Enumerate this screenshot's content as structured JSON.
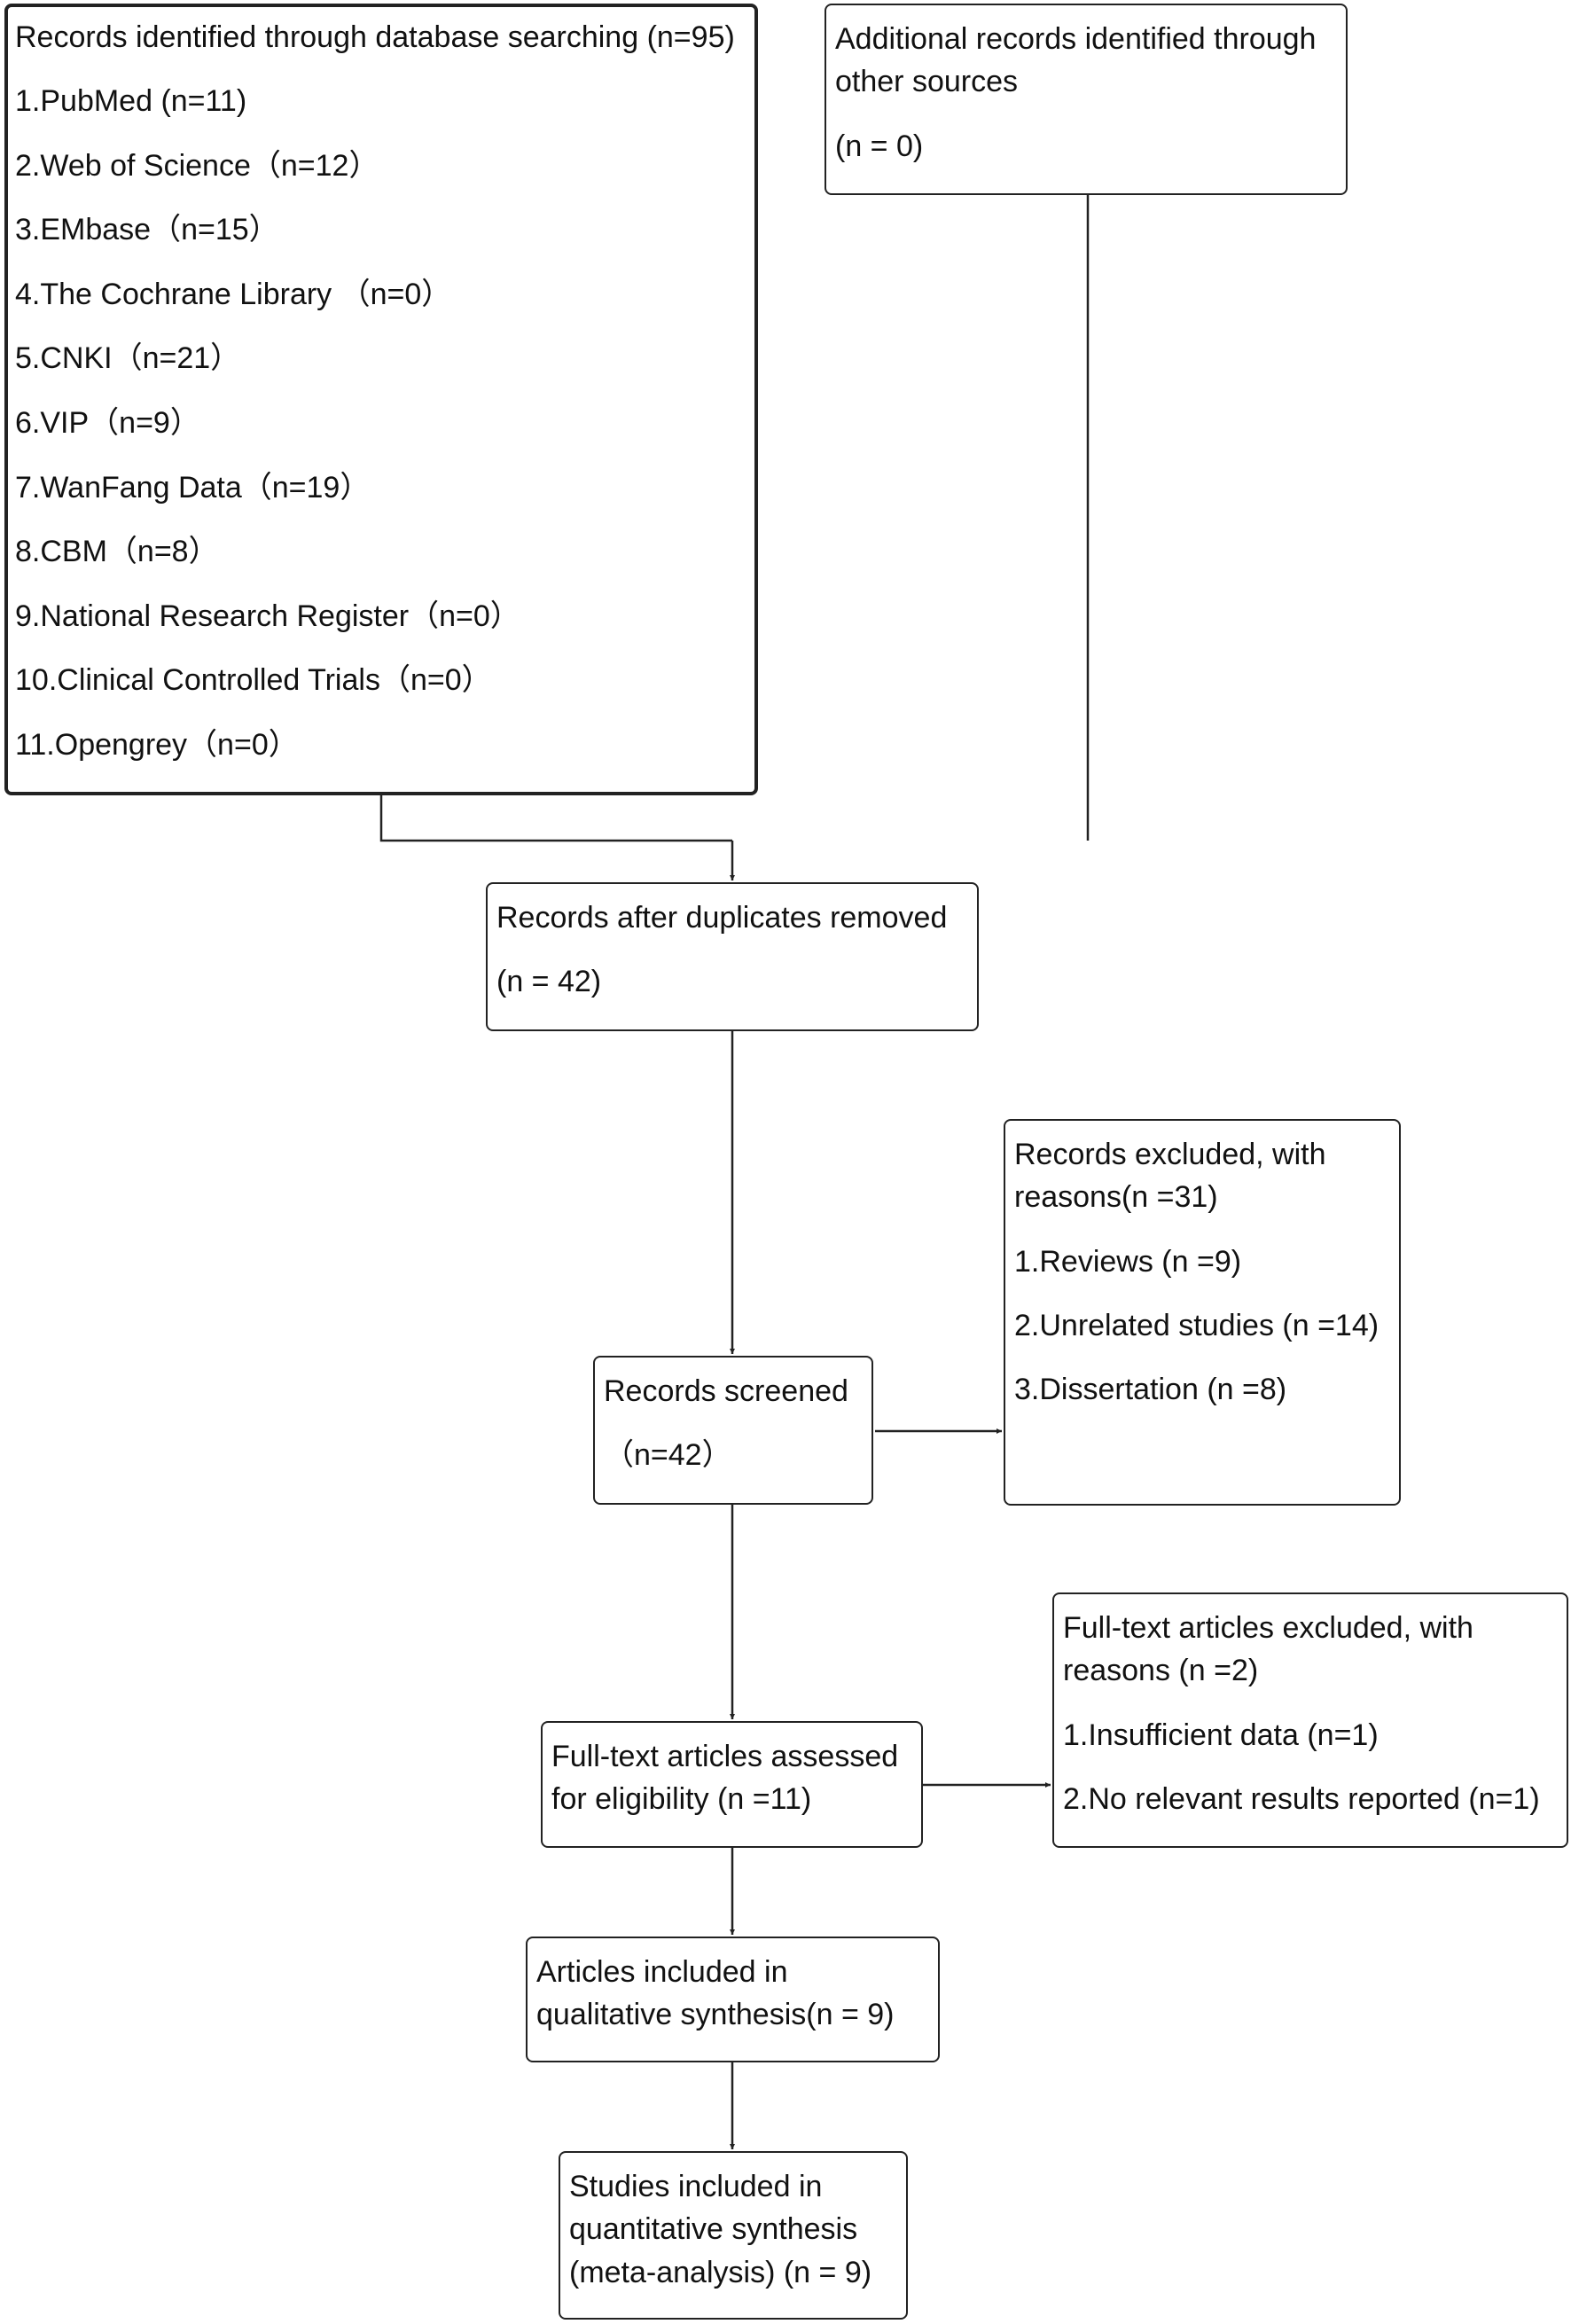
{
  "database_search": {
    "title": "Records identified through database searching (n=95)",
    "items": [
      "1.PubMed (n=11)",
      "2.Web of Science（n=12）",
      "3.EMbase（n=15）",
      "4.The Cochrane Library （n=0）",
      "5.CNKI（n=21）",
      "6.VIP（n=9）",
      "7.WanFang Data（n=19）",
      "8.CBM（n=8）",
      "9.National Research Register（n=0）",
      "10.Clinical Controlled Trials（n=0）",
      "11.Opengrey（n=0）"
    ]
  },
  "other_sources": {
    "line1": "Additional records identified through",
    "line2": "other sources",
    "count": "(n = 0)"
  },
  "duplicates_removed": {
    "title": "Records after duplicates removed",
    "count": "(n = 42)"
  },
  "records_excluded": {
    "line1": "Records excluded, with",
    "line2": "reasons(n =31)",
    "items": [
      "1.Reviews (n =9)",
      "2.Unrelated studies (n =14)",
      "3.Dissertation (n =8)"
    ]
  },
  "records_screened": {
    "title": "Records screened",
    "count": "（n=42）"
  },
  "fulltext_excluded": {
    "line1": "Full-text articles excluded, with",
    "line2": "reasons (n =2)",
    "items": [
      "1.Insufficient data (n=1)",
      "2.No relevant results reported (n=1)"
    ]
  },
  "fulltext_assessed": {
    "line1": "Full-text articles assessed",
    "line2": "for eligibility (n =11)"
  },
  "qualitative": {
    "line1": "Articles included in",
    "line2": "qualitative synthesis(n = 9)"
  },
  "quantitative": {
    "line1": "Studies included in",
    "line2": "quantitative synthesis",
    "line3": "(meta-analysis) (n = 9)"
  }
}
